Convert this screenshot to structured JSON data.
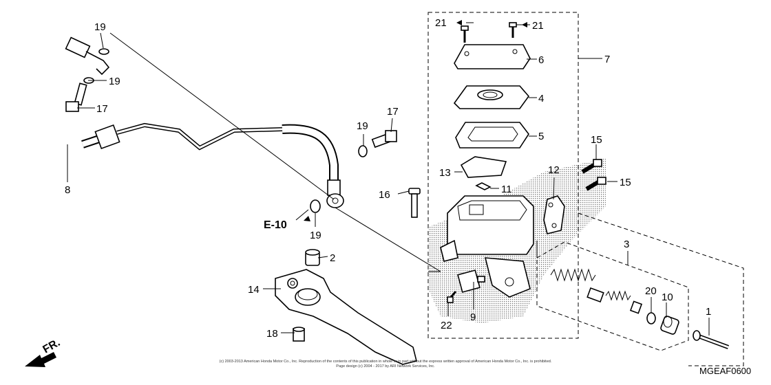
{
  "callouts": {
    "c1": "1",
    "c2": "2",
    "c3": "3",
    "c4": "4",
    "c5": "5",
    "c6": "6",
    "c7": "7",
    "c8": "8",
    "c9": "9",
    "c10": "10",
    "c11": "11",
    "c12": "12",
    "c13": "13",
    "c14": "14",
    "c15a": "15",
    "c15b": "15",
    "c16": "16",
    "c17a": "17",
    "c17b": "17",
    "c18": "18",
    "c19a": "19",
    "c19b": "19",
    "c19c": "19",
    "c19d": "19",
    "c20": "20",
    "c21a": "21",
    "c21b": "21",
    "c22": "22"
  },
  "reference": "E-10",
  "direction_label": "FR.",
  "diagram_code": "MGEAF0600",
  "copyright": {
    "line1": "(c) 2003-2013 American Honda Motor Co., Inc. Reproduction of the contents of this publication in whole or in part without the express written approval of American Honda Motor Co., Inc. is prohibited.",
    "line2": "Page design (c) 2004 - 2017 by ARI Network Services, Inc."
  }
}
